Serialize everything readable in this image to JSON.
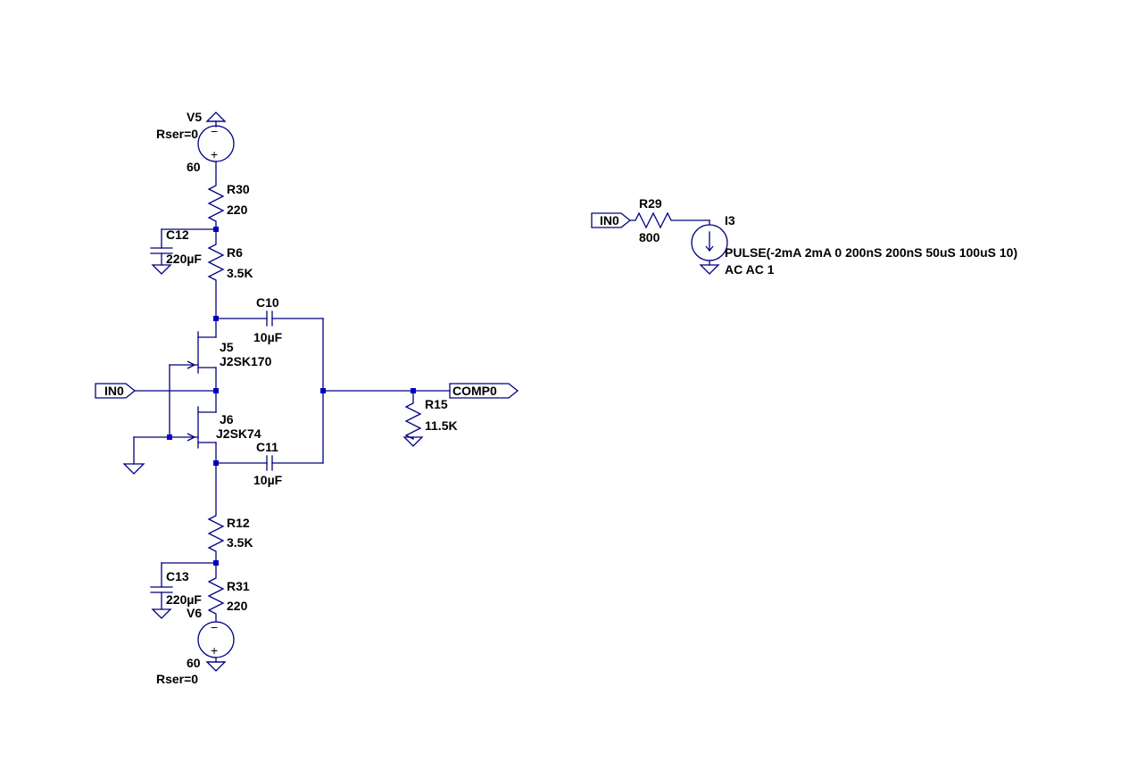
{
  "labels": {
    "v5_name": "V5",
    "v5_rser": "Rser=0",
    "v5_value": "60",
    "r30_name": "R30",
    "r30_value": "220",
    "c12_name": "C12",
    "c12_value": "220µF",
    "r6_name": "R6",
    "r6_value": "3.5K",
    "c10_name": "C10",
    "c10_value": "10µF",
    "j5_name": "J5",
    "j5_model": "J2SK170",
    "in0_left": "IN0",
    "comp0": "COMP0",
    "r15_name": "R15",
    "r15_value": "11.5K",
    "j6_name": "J6",
    "j6_model": "J2SK74",
    "c11_name": "C11",
    "c11_value": "10µF",
    "r12_name": "R12",
    "r12_value": "3.5K",
    "c13_name": "C13",
    "c13_value": "220µF",
    "r31_name": "R31",
    "r31_value": "220",
    "v6_name": "V6",
    "v6_value": "60",
    "v6_rser": "Rser=0",
    "in0_right": "IN0",
    "r29_name": "R29",
    "r29_value": "800",
    "i3_name": "I3",
    "i3_pulse": "PULSE(-2mA 2mA 0 200nS 200nS 50uS 100uS 10)",
    "i3_ac": "AC AC 1"
  },
  "symbols": {
    "v5_minus": "−",
    "v5_plus": "+",
    "v6_minus": "−",
    "v6_plus": "+"
  }
}
